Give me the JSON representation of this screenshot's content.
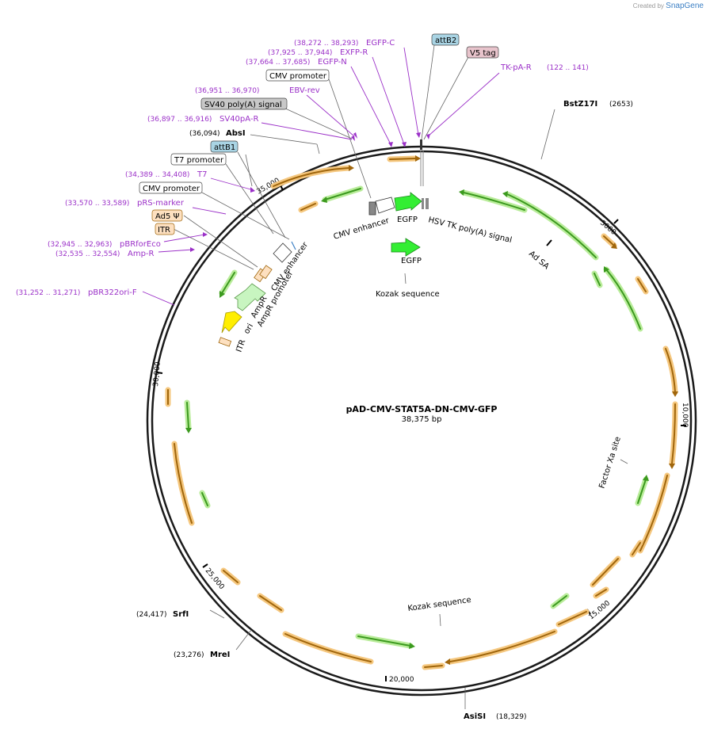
{
  "header": {
    "created_by": "Created by",
    "brand": "SnapGene"
  },
  "plasmid": {
    "name": "pAD-CMV-STAT5A-DN-CMV-GFP",
    "length": "38,375 bp",
    "total_bp": 38375
  },
  "colors": {
    "backbone": "#1a1a1a",
    "primer": "#9b30c8",
    "orange_arrow": "#a0660c",
    "orange_halo": "#f5c77e",
    "green_arrow": "#3c9a1f",
    "green_halo": "#b9ec9a",
    "egfp": "#33ee33",
    "ampr": "#c8f5c0",
    "ori": "#ffee00",
    "attb_fill": "#a9d4e4",
    "v5_fill": "#e8c4cc",
    "ad5_fill": "#fde0c0",
    "gray_fill": "#c8c8c8"
  },
  "ticks": [
    {
      "label": "5000",
      "bp": 5000
    },
    {
      "label": "10,000",
      "bp": 10000
    },
    {
      "label": "15,000",
      "bp": 15000
    },
    {
      "label": "20,000",
      "bp": 20000
    },
    {
      "label": "25,000",
      "bp": 25000
    },
    {
      "label": "30,000",
      "bp": 30000
    },
    {
      "label": "35,000",
      "bp": 35000
    }
  ],
  "sites": [
    {
      "name": "BstZ17I",
      "pos": "(2653)"
    },
    {
      "name": "AsiSI",
      "pos": "(18,329)"
    },
    {
      "name": "MreI",
      "pos": "(23,276)"
    },
    {
      "name": "SrfI",
      "pos": "(24,417)"
    },
    {
      "name": "AbsI",
      "pos": "(36,094)"
    }
  ],
  "primers": [
    {
      "name": "EGFP-C",
      "range": "(38,272 .. 38,293)"
    },
    {
      "name": "EXFP-R",
      "range": "(37,925 .. 37,944)"
    },
    {
      "name": "EGFP-N",
      "range": "(37,664 .. 37,685)"
    },
    {
      "name": "EBV-rev",
      "range": "(36,951 .. 36,970)"
    },
    {
      "name": "SV40pA-R",
      "range": "(36,897 .. 36,916)"
    },
    {
      "name": "T7",
      "range": "(34,389 .. 34,408)"
    },
    {
      "name": "pRS-marker",
      "range": "(33,570 .. 33,589)"
    },
    {
      "name": "pBRforEco",
      "range": "(32,945 .. 32,963)"
    },
    {
      "name": "Amp-R",
      "range": "(32,535 .. 32,554)"
    },
    {
      "name": "pBR322ori-F",
      "range": "(31,252 .. 31,271)"
    },
    {
      "name": "TK-pA-R",
      "range": "(122 .. 141)"
    }
  ],
  "boxed_features": {
    "attb2": "attB2",
    "v5": "V5 tag",
    "cmv_promoter_top": "CMV promoter",
    "sv40": "SV40 poly(A) signal",
    "attb1": "attB1",
    "t7_promoter": "T7 promoter",
    "cmv_promoter_2": "CMV promoter",
    "ad5": "Ad5 Ψ",
    "itr": "ITR"
  },
  "inner_labels": {
    "cmv_enhancer_1": "CMV enhancer",
    "egfp_1": "EGFP",
    "hsv_tk": "HSV TK poly(A) signal",
    "egfp_2": "EGFP",
    "kozak_1": "Kozak sequence",
    "ad_sa": "Ad SA",
    "cmv_enhancer_2": "CMV enhancer",
    "ampr_promoter": "AmpR promoter",
    "ampr": "AmpR",
    "ori": "ori",
    "itr_inner": "ITR",
    "factor_xa": "Factor Xa site",
    "kozak_2": "Kozak sequence"
  }
}
